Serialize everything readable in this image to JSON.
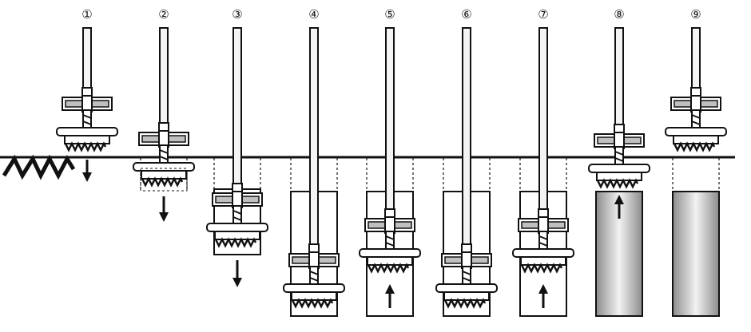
{
  "steps": [
    {
      "label": "①",
      "phase": "position",
      "arrow": "down"
    },
    {
      "label": "②",
      "phase": "penetrate",
      "arrow": "down"
    },
    {
      "label": "③",
      "phase": "penetrate",
      "arrow": "down"
    },
    {
      "label": "④",
      "phase": "bottom",
      "arrow": "none"
    },
    {
      "label": "⑤",
      "phase": "withdraw",
      "arrow": "up"
    },
    {
      "label": "⑥",
      "phase": "bottom",
      "arrow": "none"
    },
    {
      "label": "⑦",
      "phase": "withdraw",
      "arrow": "up"
    },
    {
      "label": "⑧",
      "phase": "withdraw-complete",
      "arrow": "up"
    },
    {
      "label": "⑨",
      "phase": "column-complete",
      "arrow": "none"
    }
  ],
  "colors": {
    "line": "#111111",
    "rod": "#f4f4f4",
    "column_gradient": [
      "#8c8c8c",
      "#f2f2f2",
      "#8c8c8c"
    ],
    "blade_inner": "#c0c0c0"
  },
  "icons": [
    "ground-hatch",
    "mixing-auger",
    "down-arrow",
    "up-arrow",
    "soil-column"
  ]
}
